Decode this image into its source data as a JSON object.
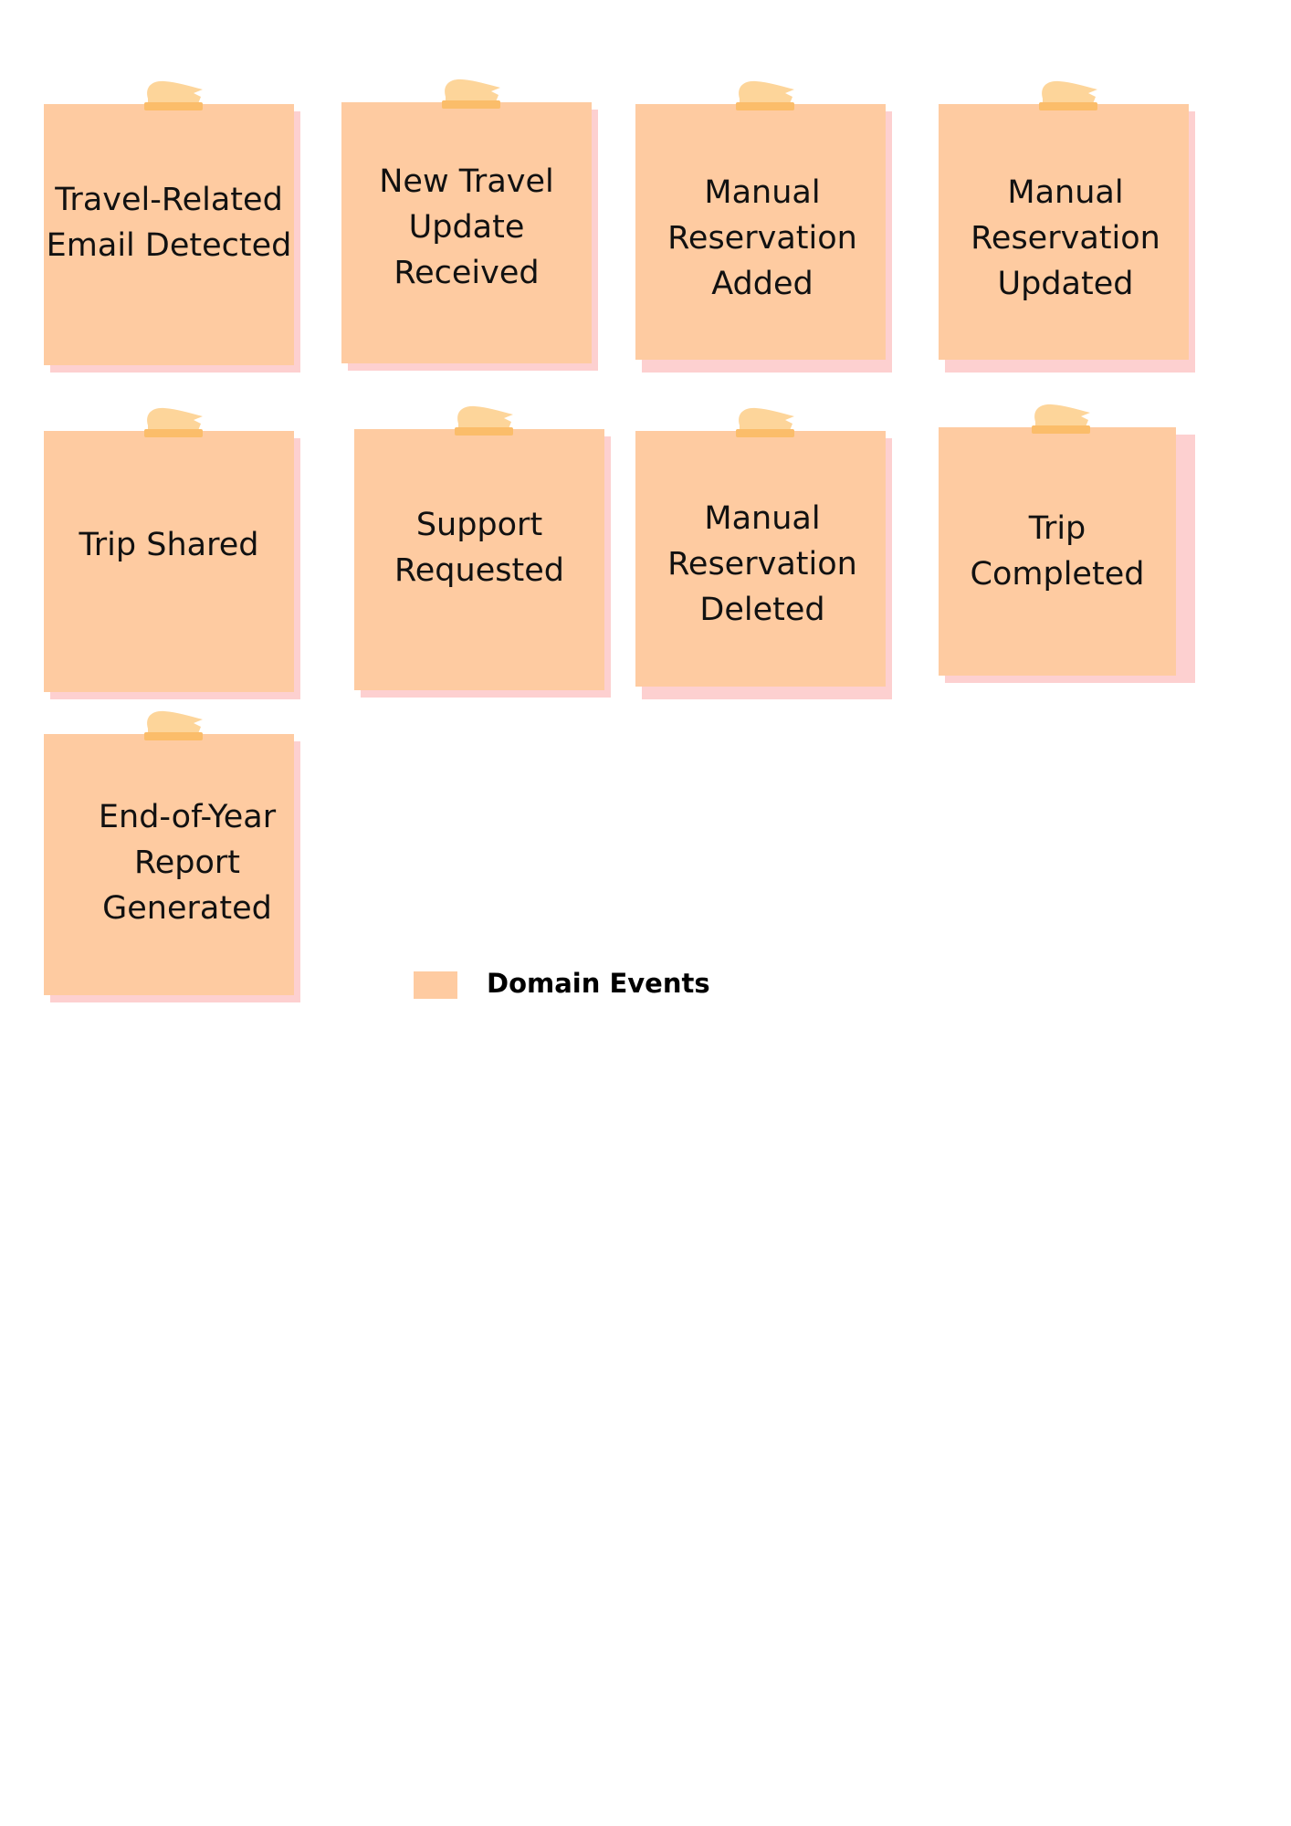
{
  "colors": {
    "note_fill": "#fecba1",
    "note_shadow": "#fdd0d0",
    "tape": "#fdd59a",
    "tape_stripe": "#fbbd6a"
  },
  "notes": [
    {
      "text": "Travel-Related\nEmail Detected"
    },
    {
      "text": "New Travel\nUpdate\nReceived"
    },
    {
      "text": "Manual\nReservation\nAdded"
    },
    {
      "text": "Manual\nReservation\nUpdated"
    },
    {
      "text": "Trip Shared"
    },
    {
      "text": "Support\nRequested"
    },
    {
      "text": "Manual\nReservation\nDeleted"
    },
    {
      "text": "Trip\nCompleted"
    },
    {
      "text": "End-of-Year\nReport\nGenerated"
    }
  ],
  "legend": {
    "label": "Domain Events"
  }
}
